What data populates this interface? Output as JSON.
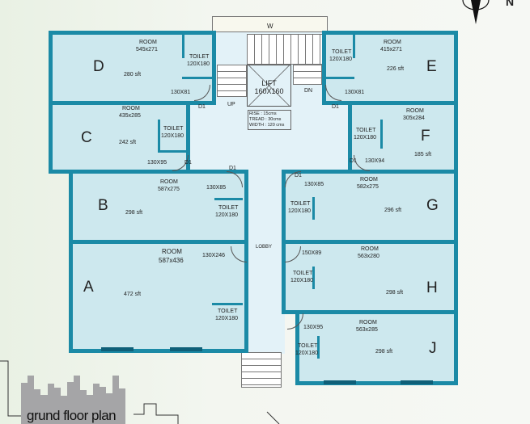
{
  "title": "grund floor plan",
  "north": "N",
  "core": {
    "top_label": "W",
    "lift": "LIFT\n160X160",
    "up": "UP",
    "dn": "DN",
    "lobby": "LOBBY",
    "stair_notes": [
      "RISE : 15cms",
      "TREAD : 30cms",
      "WIDTH : 120 cms"
    ]
  },
  "colors": {
    "wall": "#1b8aa6",
    "room_fill": "#cde8ee",
    "corridor": "#e3f2f8"
  },
  "units": [
    {
      "id": "D",
      "room": "ROOM",
      "size": "545x271",
      "area": "280 sft",
      "toilet": "TOILET",
      "toilet_size": "120X180",
      "door": "130X81",
      "door_type": "D1"
    },
    {
      "id": "C",
      "room": "ROOM",
      "size": "435x285",
      "area": "242 sft",
      "toilet": "TOILET",
      "toilet_size": "120X180",
      "door": "130X95",
      "door_type": "D1"
    },
    {
      "id": "B",
      "room": "ROOM",
      "size": "587x275",
      "area": "298 sft",
      "toilet": "TOILET",
      "toilet_size": "120X180",
      "door": "130X85",
      "door_type": "D1"
    },
    {
      "id": "A",
      "room": "ROOM",
      "size": "587x436",
      "area": "472 sft",
      "toilet": "TOILET",
      "toilet_size": "120X180",
      "door": "130X246"
    },
    {
      "id": "E",
      "room": "ROOM",
      "size": "415x271",
      "area": "226 sft",
      "toilet": "TOILET",
      "toilet_size": "120X180",
      "door": "130X81",
      "door_type": "D1"
    },
    {
      "id": "F",
      "room": "ROOM",
      "size": "305x284",
      "area": "185 sft",
      "toilet": "TOILET",
      "toilet_size": "120X180",
      "door": "130X94",
      "door_type": "D1"
    },
    {
      "id": "G",
      "room": "ROOM",
      "size": "582x275",
      "area": "296 sft",
      "toilet": "TOILET",
      "toilet_size": "120X180",
      "door": "130X85",
      "door_type": "D1"
    },
    {
      "id": "H",
      "room": "ROOM",
      "size": "563x280",
      "area": "298 sft",
      "toilet": "TOILET",
      "toilet_size": "120X180",
      "door": "150X89"
    },
    {
      "id": "J",
      "room": "ROOM",
      "size": "563x285",
      "area": "298 sft",
      "toilet": "TOILET",
      "toilet_size": "120X180",
      "door": "130X95"
    }
  ]
}
